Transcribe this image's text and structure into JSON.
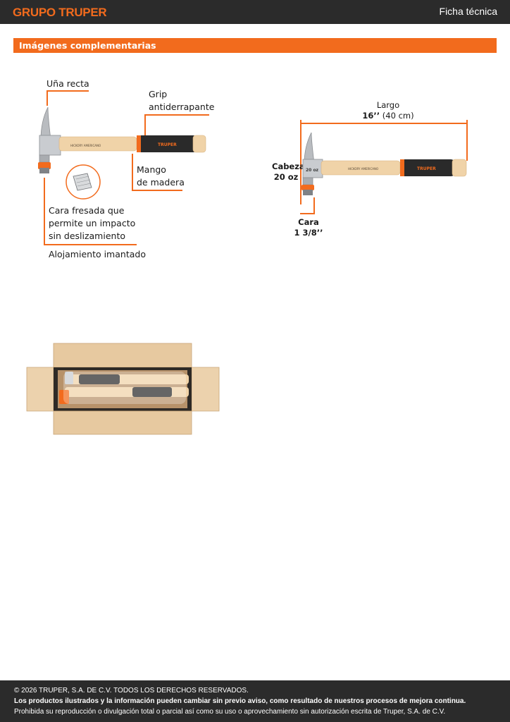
{
  "header": {
    "brand": "GRUPO TRUPER",
    "doc_type": "Ficha técnica"
  },
  "section": {
    "title": "Imágenes complementarias"
  },
  "callouts": {
    "claw": "Uña recta",
    "grip_1": "Grip",
    "grip_2": "antiderrapante",
    "handle_1": "Mango",
    "handle_2": "de madera",
    "face_1": "Cara fresada que",
    "face_2": "permite un impacto",
    "face_3": "sin deslizamiento",
    "magnet": "Alojamiento imantado"
  },
  "dimensions": {
    "length_label": "Largo",
    "length_in": "16’’",
    "length_cm": "(40 cm)",
    "head_label": "Cabeza",
    "head_value": "20 oz",
    "face_label": "Cara",
    "face_value": "1 3/8’’"
  },
  "hammer_markings": {
    "grip_brand": "TRUPER",
    "handle_text": "HICKORY AMERICANO",
    "head_text": "20 oz"
  },
  "footer": {
    "copyright": "© 2026 TRUPER, S.A. DE C.V. TODOS LOS DERECHOS RESERVADOS.",
    "notice": "Los productos ilustrados y la información pueden cambiar sin previo aviso, como resultado de nuestros procesos de mejora continua.",
    "prohibition": "Prohibida su reproducción o divulgación total o parcial así como su uso o aprovechamiento sin autorización escrita de Truper, S.A. de C.V."
  },
  "colors": {
    "accent": "#f26b1d",
    "dark": "#2b2b2b",
    "wood": "#f0d3a8",
    "steel": "#b9bcc0"
  }
}
